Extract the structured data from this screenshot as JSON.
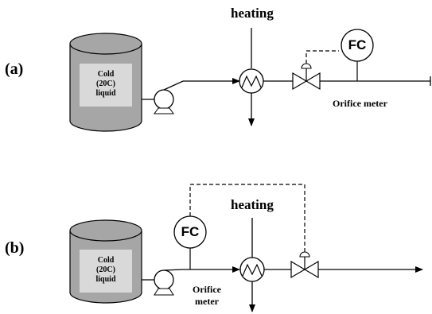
{
  "diagram_a": {
    "panel_label": "(a)",
    "heating_label": "heating",
    "controller_label": "FC",
    "meter_label": "Orifice meter",
    "tank_label": [
      "Cold",
      "(20C)",
      "liquid"
    ]
  },
  "diagram_b": {
    "panel_label": "(b)",
    "heating_label": "heating",
    "controller_label": "FC",
    "meter_label": [
      "Orifice",
      "meter"
    ],
    "tank_label": [
      "Cold",
      "(20C)",
      "liquid"
    ]
  },
  "colors": {
    "tank_fill": "#a6a6a6",
    "tank_inner": "#d9d9d9",
    "line": "#000000"
  }
}
